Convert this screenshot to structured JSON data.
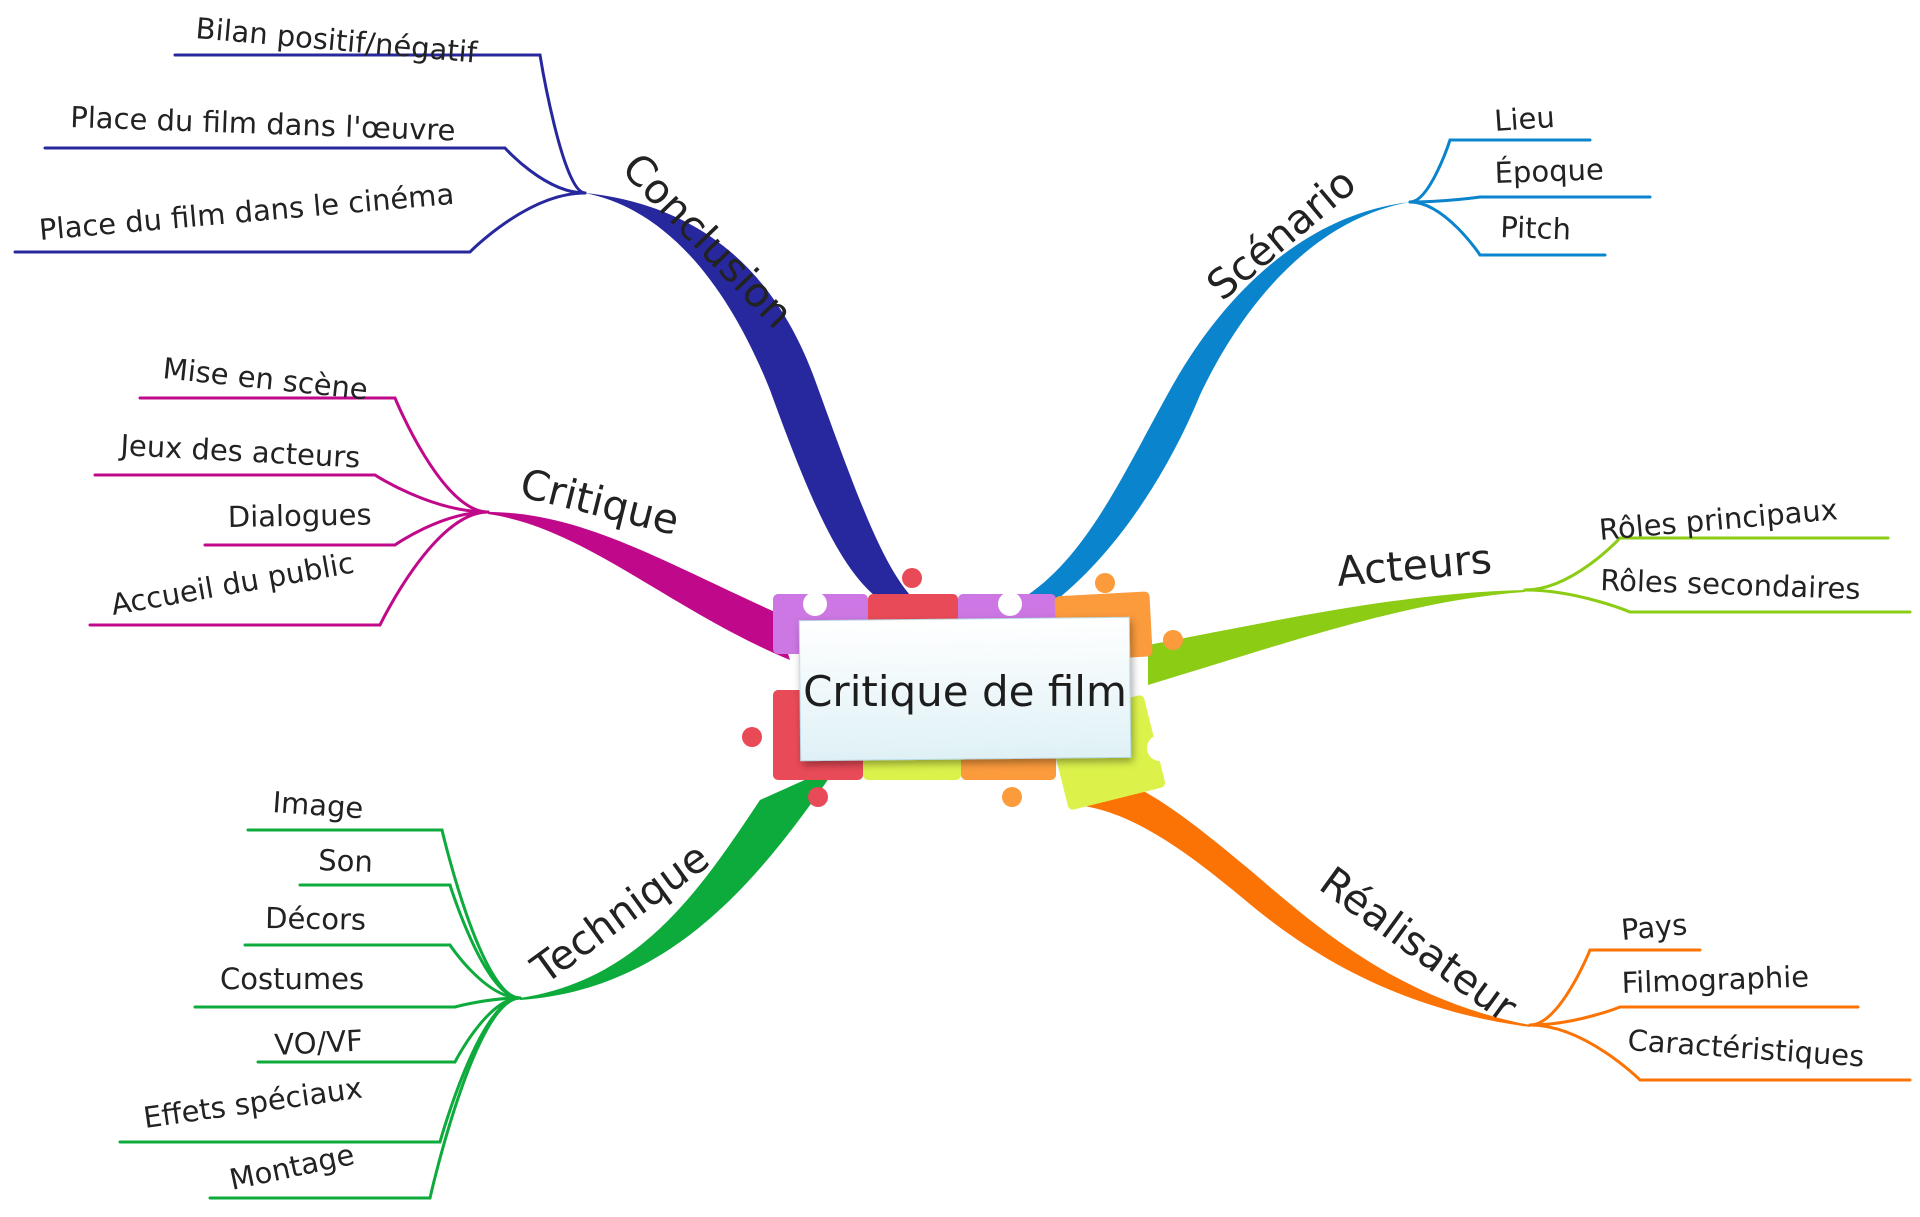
{
  "center": {
    "label": "Critique de film"
  },
  "branches": [
    {
      "id": "conclusion",
      "label": "Conclusion",
      "color": "#28289e",
      "children": [
        "Bilan positif/négatif",
        "Place du film dans l'œuvre",
        "Place du film dans le cinéma"
      ]
    },
    {
      "id": "critique",
      "label": "Critique",
      "color": "#c0098a",
      "children": [
        "Mise en scène",
        "Jeux des acteurs",
        "Dialogues",
        "Accueil du public"
      ]
    },
    {
      "id": "technique",
      "label": "Technique",
      "color": "#0daa3c",
      "children": [
        "Image",
        "Son",
        "Décors",
        "Costumes",
        "VO/VF",
        "Effets spéciaux",
        "Montage"
      ]
    },
    {
      "id": "scenario",
      "label": "Scénario",
      "color": "#0a84cc",
      "children": [
        "Lieu",
        "Époque",
        "Pitch"
      ]
    },
    {
      "id": "acteurs",
      "label": "Acteurs",
      "color": "#8ccc14",
      "children": [
        "Rôles principaux",
        "Rôles secondaires"
      ]
    },
    {
      "id": "realisateur",
      "label": "Réalisateur",
      "color": "#fb7304",
      "children": [
        "Pays",
        "Filmographie",
        "Caractéristiques"
      ]
    }
  ],
  "puzzle_colors": [
    "#cc77e3",
    "#e94a57",
    "#fb9b3c",
    "#dcf24b"
  ]
}
